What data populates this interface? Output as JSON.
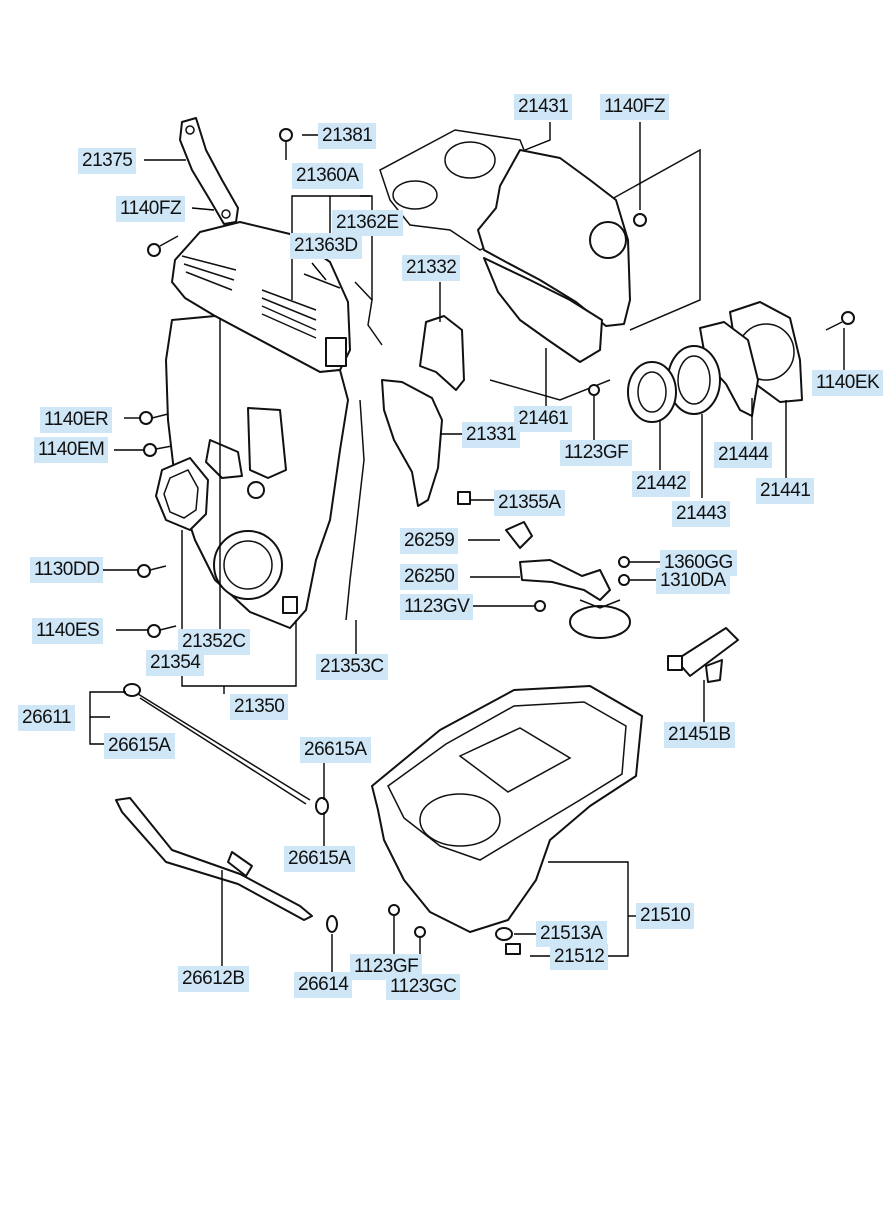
{
  "labels": {
    "p21375": "21375",
    "p21381": "21381",
    "p21360A": "21360A",
    "p21362E": "21362E",
    "p21363D": "21363D",
    "p1140FZ_left": "1140FZ",
    "p21332": "21332",
    "p21431": "21431",
    "p1140FZ_right": "1140FZ",
    "p1140EK": "1140EK",
    "p21461": "21461",
    "p1140ER": "1140ER",
    "p1140EM": "1140EM",
    "p21331": "21331",
    "p1123GF_top": "1123GF",
    "p21444": "21444",
    "p21442": "21442",
    "p21441": "21441",
    "p21355A": "21355A",
    "p21443": "21443",
    "p26259": "26259",
    "p1360GG": "1360GG",
    "p1130DD": "1130DD",
    "p26250": "26250",
    "p1310DA": "1310DA",
    "p1123GV": "1123GV",
    "p1140ES": "1140ES",
    "p21352C": "21352C",
    "p21354": "21354",
    "p21353C": "21353C",
    "p21350": "21350",
    "p26611": "26611",
    "p26615A_a": "26615A",
    "p21451B": "21451B",
    "p26615A_b": "26615A",
    "p26615A_c": "26615A",
    "p21510": "21510",
    "p21513A": "21513A",
    "p21512": "21512",
    "p1123GF_bottom": "1123GF",
    "p1123GC": "1123GC",
    "p26612B": "26612B",
    "p26614": "26614"
  }
}
